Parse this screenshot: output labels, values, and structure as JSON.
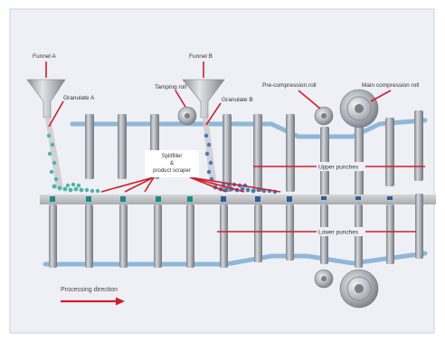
{
  "labels": {
    "funnel_a": "Funnel A",
    "funnel_b": "Funnel B",
    "granulate_a": "Granulate A",
    "granulate_b": "Granulate B",
    "tamping_roll": "Tamping roll",
    "pre_compression_roll": "Pre-compression roll",
    "main_compression_roll": "Main compression roll",
    "splitfiller_line1": "Splitfiller",
    "splitfiller_line2": "&",
    "splitfiller_line3": "product scraper",
    "upper_punches": "Upper punches",
    "lower_punches": "Lower punches",
    "processing_direction": "Processing direction"
  },
  "colors": {
    "background": "#eef0f6",
    "frame_border": "#c9cfdf",
    "track_blue": "#8fb8d8",
    "punch_gray": "#9a9ea6",
    "die_table": "#c4c6c8",
    "leader_red": "#d11f2a",
    "granulate_a": "#4fb3a6",
    "granulate_b": "#4a78b5",
    "die_marker": "#1a8a8a"
  },
  "icons": {
    "funnel": "funnel-icon",
    "roll": "roll-icon",
    "arrow": "arrow-right-icon"
  }
}
